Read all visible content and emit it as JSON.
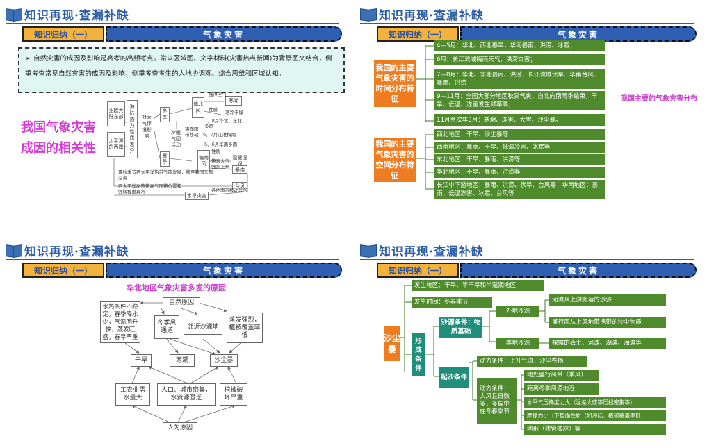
{
  "header": {
    "title": "知识再现·查漏补缺",
    "banner_left": "知识归纳（一）",
    "banner_right": "气象灾害"
  },
  "slide1": {
    "intro": "自然灾害的成因及影响是高考的高频考点。常以区域图、文字材料(灾害热点新闻)为背景图文结合，侧重考查常见自然灾害的成因及影响；侧重考查考生的人地协调观、综合思维和区域认知。",
    "big_title": "我国气象灾害成因的相关性",
    "diagram": {
      "yazhou": "亚欧大陆东部",
      "taiping": "太平洋的西岸",
      "haihu": "海陆热力性质差异",
      "dui": "对大气环境影响",
      "dongji": "冬季",
      "xiaji": "夏季",
      "lennuan": "冷暖气团活动",
      "pianbei": "偏北风",
      "piannan": "偏南风",
      "hanchao": "寒潮",
      "taifeng": "台风",
      "wenre": "温暖湿润",
      "bao": "暴雨",
      "shuihan": "水旱灾害",
      "t_qiangleng": "强冷空气",
      "t_xingzhi1": "性质",
      "t_hanleng": "寒冷干燥",
      "t_fengyu": "锋面雨带移动",
      "t_78": "7、8月华北、东北多雨",
      "t_67": "6、7月江淮梅雨",
      "t_56": "5、6月华南多雨",
      "t_xingzhi2": "性质",
      "t_daidai": "带来大气强烈上升",
      "t_xiaqiu": "夏秋季节西太平洋热带气旋发展，移至我国东南沿海",
      "t_xitai": "西太平洋副热带高气压带位置和强弱程度异常",
      "t_gedi": "各地雨带移动异常"
    }
  },
  "slide2": {
    "time_label": "我国的主要气象灾害的时间分布特征",
    "space_label": "我国的主要气象灾害的空间分布特征",
    "note": "我国主要的气象灾害分布",
    "time_rows": [
      "4—5月：华北、西北春旱，华南暴雨、洪涝、冰雹；",
      "6月：长江流域梅雨天气，洪涝灾害；",
      "7—8月：华北、东北暴雨、洪涝，长江流域伏旱、华南台风、暴雨、洪涝",
      "9—11月：全国大部分地区秋高气爽，自北向南雨季结束，干旱、低温、冻害发生频率高；",
      "11月至次年3月：寒潮、冻害、大雪、沙尘暴。"
    ],
    "space_rows": [
      "西北地区：干旱、沙尘暴等",
      "西南地区：暴雨、干旱、低温冷害、冰雹等",
      "东北地区：干旱、暴雨、洪涝等",
      "华北地区：干旱、暴雨、洪涝等",
      "长江中下游地区：暴雨、洪涝、伏旱、台风等　华南地区：暴雨、低温冻害、冰雹、台风等"
    ]
  },
  "slide3": {
    "title": "华北地区气象灾害多发的原因",
    "natural": "自然原因",
    "human": "人为原因",
    "left_box": "水热条件不稳定，春季降水少，气温回升快，蒸发旺盛，春旱严重",
    "winter": "冬季风通道",
    "near": "邻近沙源地",
    "evap": "蒸发强烈，植被覆盖率低",
    "drought": "干旱",
    "coldwave": "寒潮",
    "sand": "沙尘暴",
    "h1": "工农业需水量大",
    "h2": "人口、城市密集，水资源匮乏",
    "h3": "植被破坏严重"
  },
  "slide4": {
    "main": "沙尘暴",
    "f1": "发生地区：干旱、半干旱和半湿润地区",
    "f2": "发生时间：冬春季节",
    "form": "形成条件",
    "src": "沙源条件：物质基础",
    "outer": "外地沙源",
    "local": "本地沙源",
    "o1": "河流从上游搬运的沙源",
    "o2": "盛行风从上风地带携带的沙尘物质",
    "l1": "裸露的表土、河滩、湖滩、海滩等",
    "raise": "起沙条件",
    "power1": "动力条件：上升气流，沙尘卷扬",
    "power2": "动力条件：大风且日数多，多集中在冬春季节",
    "p1": "地处盛行风带（季风）",
    "p2": "距离冬季风源地近",
    "p3": "水平气压梯度力大（温差大或等压线密集等）",
    "p4": "摩擦力小（下垫面性质（如海陆、植被覆盖率低",
    "p5": "地形（狭管效应）等"
  }
}
